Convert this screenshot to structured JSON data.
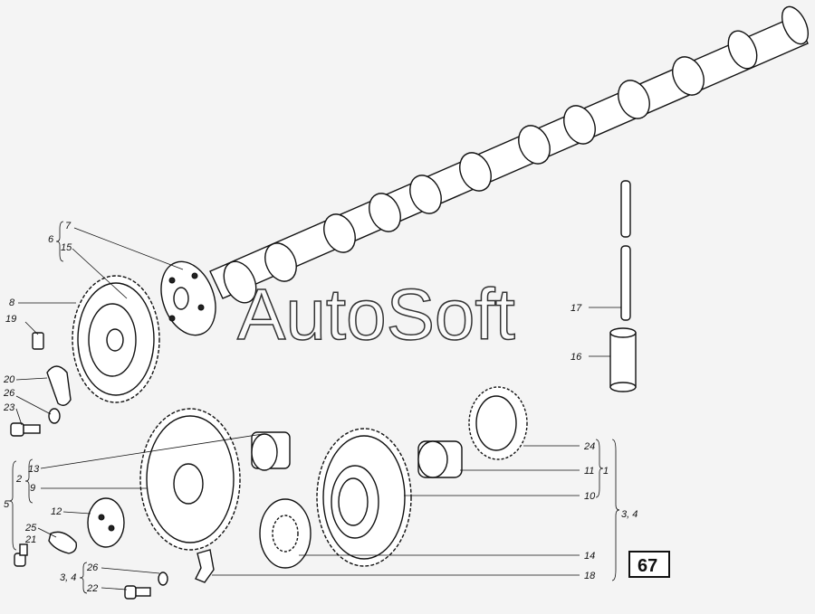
{
  "watermark": "AutoSoft",
  "page_number": "67",
  "callouts": {
    "c7": "7",
    "c15": "15",
    "c6": "6",
    "c8": "8",
    "c19": "19",
    "c20": "20",
    "c26a": "26",
    "c23": "23",
    "c17": "17",
    "c16": "16",
    "c13": "13",
    "c9": "9",
    "c2": "2",
    "c5": "5",
    "c12": "12",
    "c25": "25",
    "c21": "21",
    "c34a": "3, 4",
    "c26b": "26",
    "c22": "22",
    "c24": "24",
    "c11": "11",
    "c1": "1",
    "c10": "10",
    "c34b": "3, 4",
    "c14": "14",
    "c18": "18"
  }
}
